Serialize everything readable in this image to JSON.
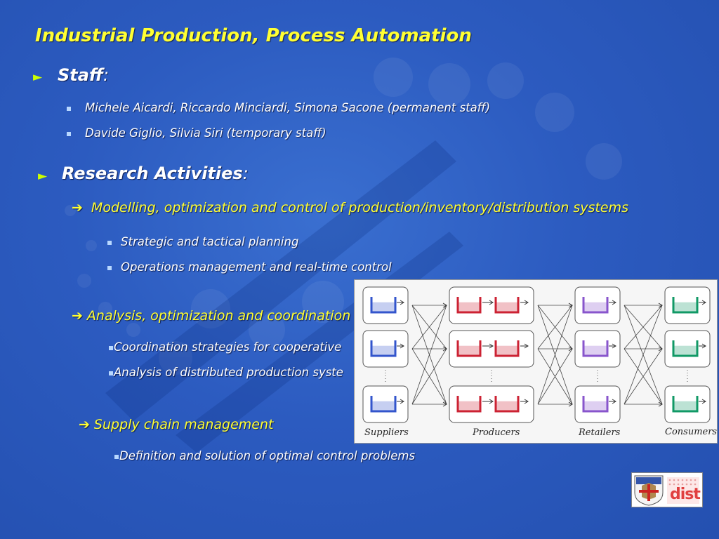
{
  "slide": {
    "title": "Industrial Production, Process Automation",
    "staff": {
      "heading": "Staff",
      "colon": ":",
      "items": [
        "Michele Aicardi, Riccardo Minciardi, Simona Sacone (permanent staff)",
        "Davide Giglio, Silvia Siri (temporary staff)"
      ]
    },
    "research": {
      "heading": "Research Activities",
      "colon": ":",
      "topics": [
        {
          "label": "Modelling, optimization and control of production/inventory/distribution systems",
          "items": [
            "Strategic and tactical planning",
            "Operations management and real-time control"
          ]
        },
        {
          "label": "Analysis, optimization and coordination",
          "items": [
            "Coordination strategies for cooperative",
            "Analysis of distributed production syste"
          ]
        },
        {
          "label": "Supply chain management",
          "items": [
            "Definition and solution of optimal control problems"
          ]
        }
      ]
    },
    "diagram": {
      "stages": [
        "Suppliers",
        "Producers",
        "Retailers",
        "Consumers"
      ],
      "colors": {
        "suppliers": "#3355cc",
        "producers": "#cc2233",
        "retailers": "#8855cc",
        "consumers": "#119966"
      }
    },
    "logo": {
      "text": "dist",
      "icon": "university-crest-icon"
    }
  }
}
